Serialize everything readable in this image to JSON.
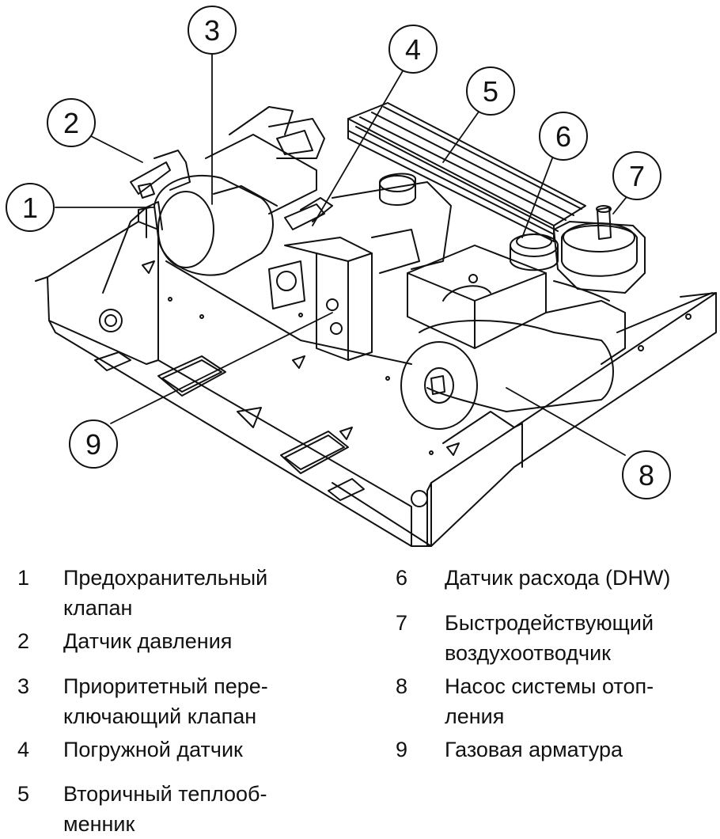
{
  "callouts": [
    {
      "num": "1"
    },
    {
      "num": "2"
    },
    {
      "num": "3"
    },
    {
      "num": "4"
    },
    {
      "num": "5"
    },
    {
      "num": "6"
    },
    {
      "num": "7"
    },
    {
      "num": "8"
    },
    {
      "num": "9"
    }
  ],
  "legend": {
    "left": [
      {
        "num": "1",
        "lines": [
          "Предохранительный",
          "клапан"
        ]
      },
      {
        "num": "2",
        "lines": [
          "Датчик давления"
        ]
      },
      {
        "num": "3",
        "lines": [
          "Приоритетный пере-",
          "ключающий клапан"
        ]
      },
      {
        "num": "4",
        "lines": [
          "Погружной датчик"
        ]
      },
      {
        "num": "5",
        "lines": [
          "Вторичный теплооб-",
          "менник"
        ]
      }
    ],
    "right": [
      {
        "num": "6",
        "lines": [
          "Датчик расхода (DHW)"
        ]
      },
      {
        "num": "7",
        "lines": [
          "Быстродействующий",
          "воздухоотводчик"
        ]
      },
      {
        "num": "8",
        "lines": [
          "Насос системы отоп-",
          "ления"
        ]
      },
      {
        "num": "9",
        "lines": [
          "Газовая арматура"
        ]
      }
    ]
  }
}
